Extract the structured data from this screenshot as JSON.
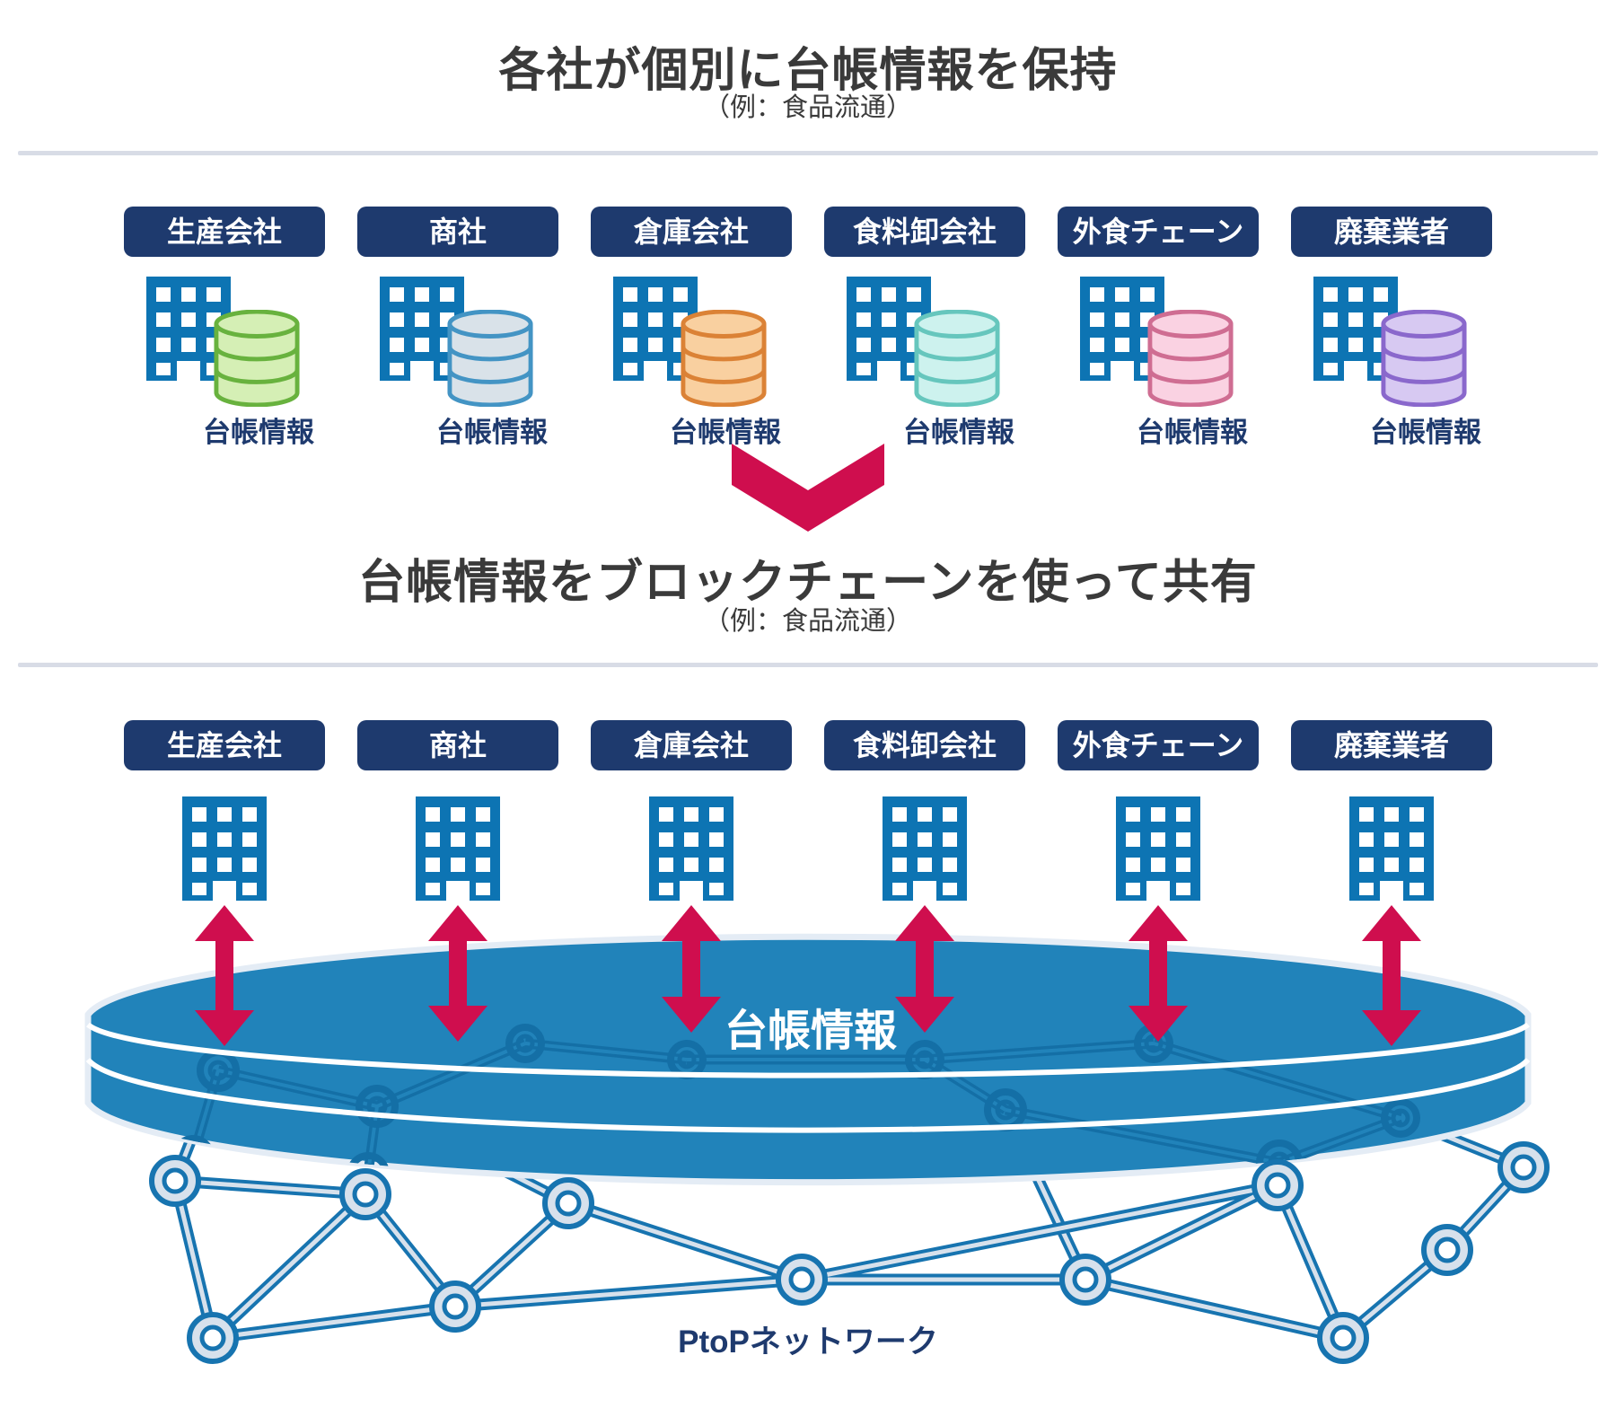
{
  "top": {
    "title": "各社が個別に台帳情報を保持",
    "subtitle": "（例：食品流通）"
  },
  "bottom": {
    "title": "台帳情報をブロックチェーンを使って共有",
    "subtitle": "（例：食品流通）",
    "disk_label": "台帳情報",
    "network_label": "PtoPネットワーク"
  },
  "ledger_label": "台帳情報",
  "companies": [
    {
      "name": "生産会社",
      "db_fill": "#d5efb5",
      "db_stroke": "#68b23e"
    },
    {
      "name": "商社",
      "db_fill": "#d9e2e9",
      "db_stroke": "#4394c4"
    },
    {
      "name": "倉庫会社",
      "db_fill": "#f9d0a0",
      "db_stroke": "#db8236"
    },
    {
      "name": "食料卸会社",
      "db_fill": "#cdf2ee",
      "db_stroke": "#66c6bd"
    },
    {
      "name": "外食チェーン",
      "db_fill": "#fad2e2",
      "db_stroke": "#cf6d92"
    },
    {
      "name": "廃棄業者",
      "db_fill": "#d7c9f2",
      "db_stroke": "#8a68cc"
    }
  ],
  "colors": {
    "accent_red": "#cf0e4e",
    "badge_navy": "#1e3a6e",
    "building_blue": "#0d74b3",
    "disk_blue": "#2183ba",
    "disk_pattern_blue": "#146fa6",
    "node_fill": "#d7e1ec",
    "node_stroke": "#1774b0",
    "divider_gray": "#d8dce6",
    "title_text": "#3a3a3a"
  }
}
